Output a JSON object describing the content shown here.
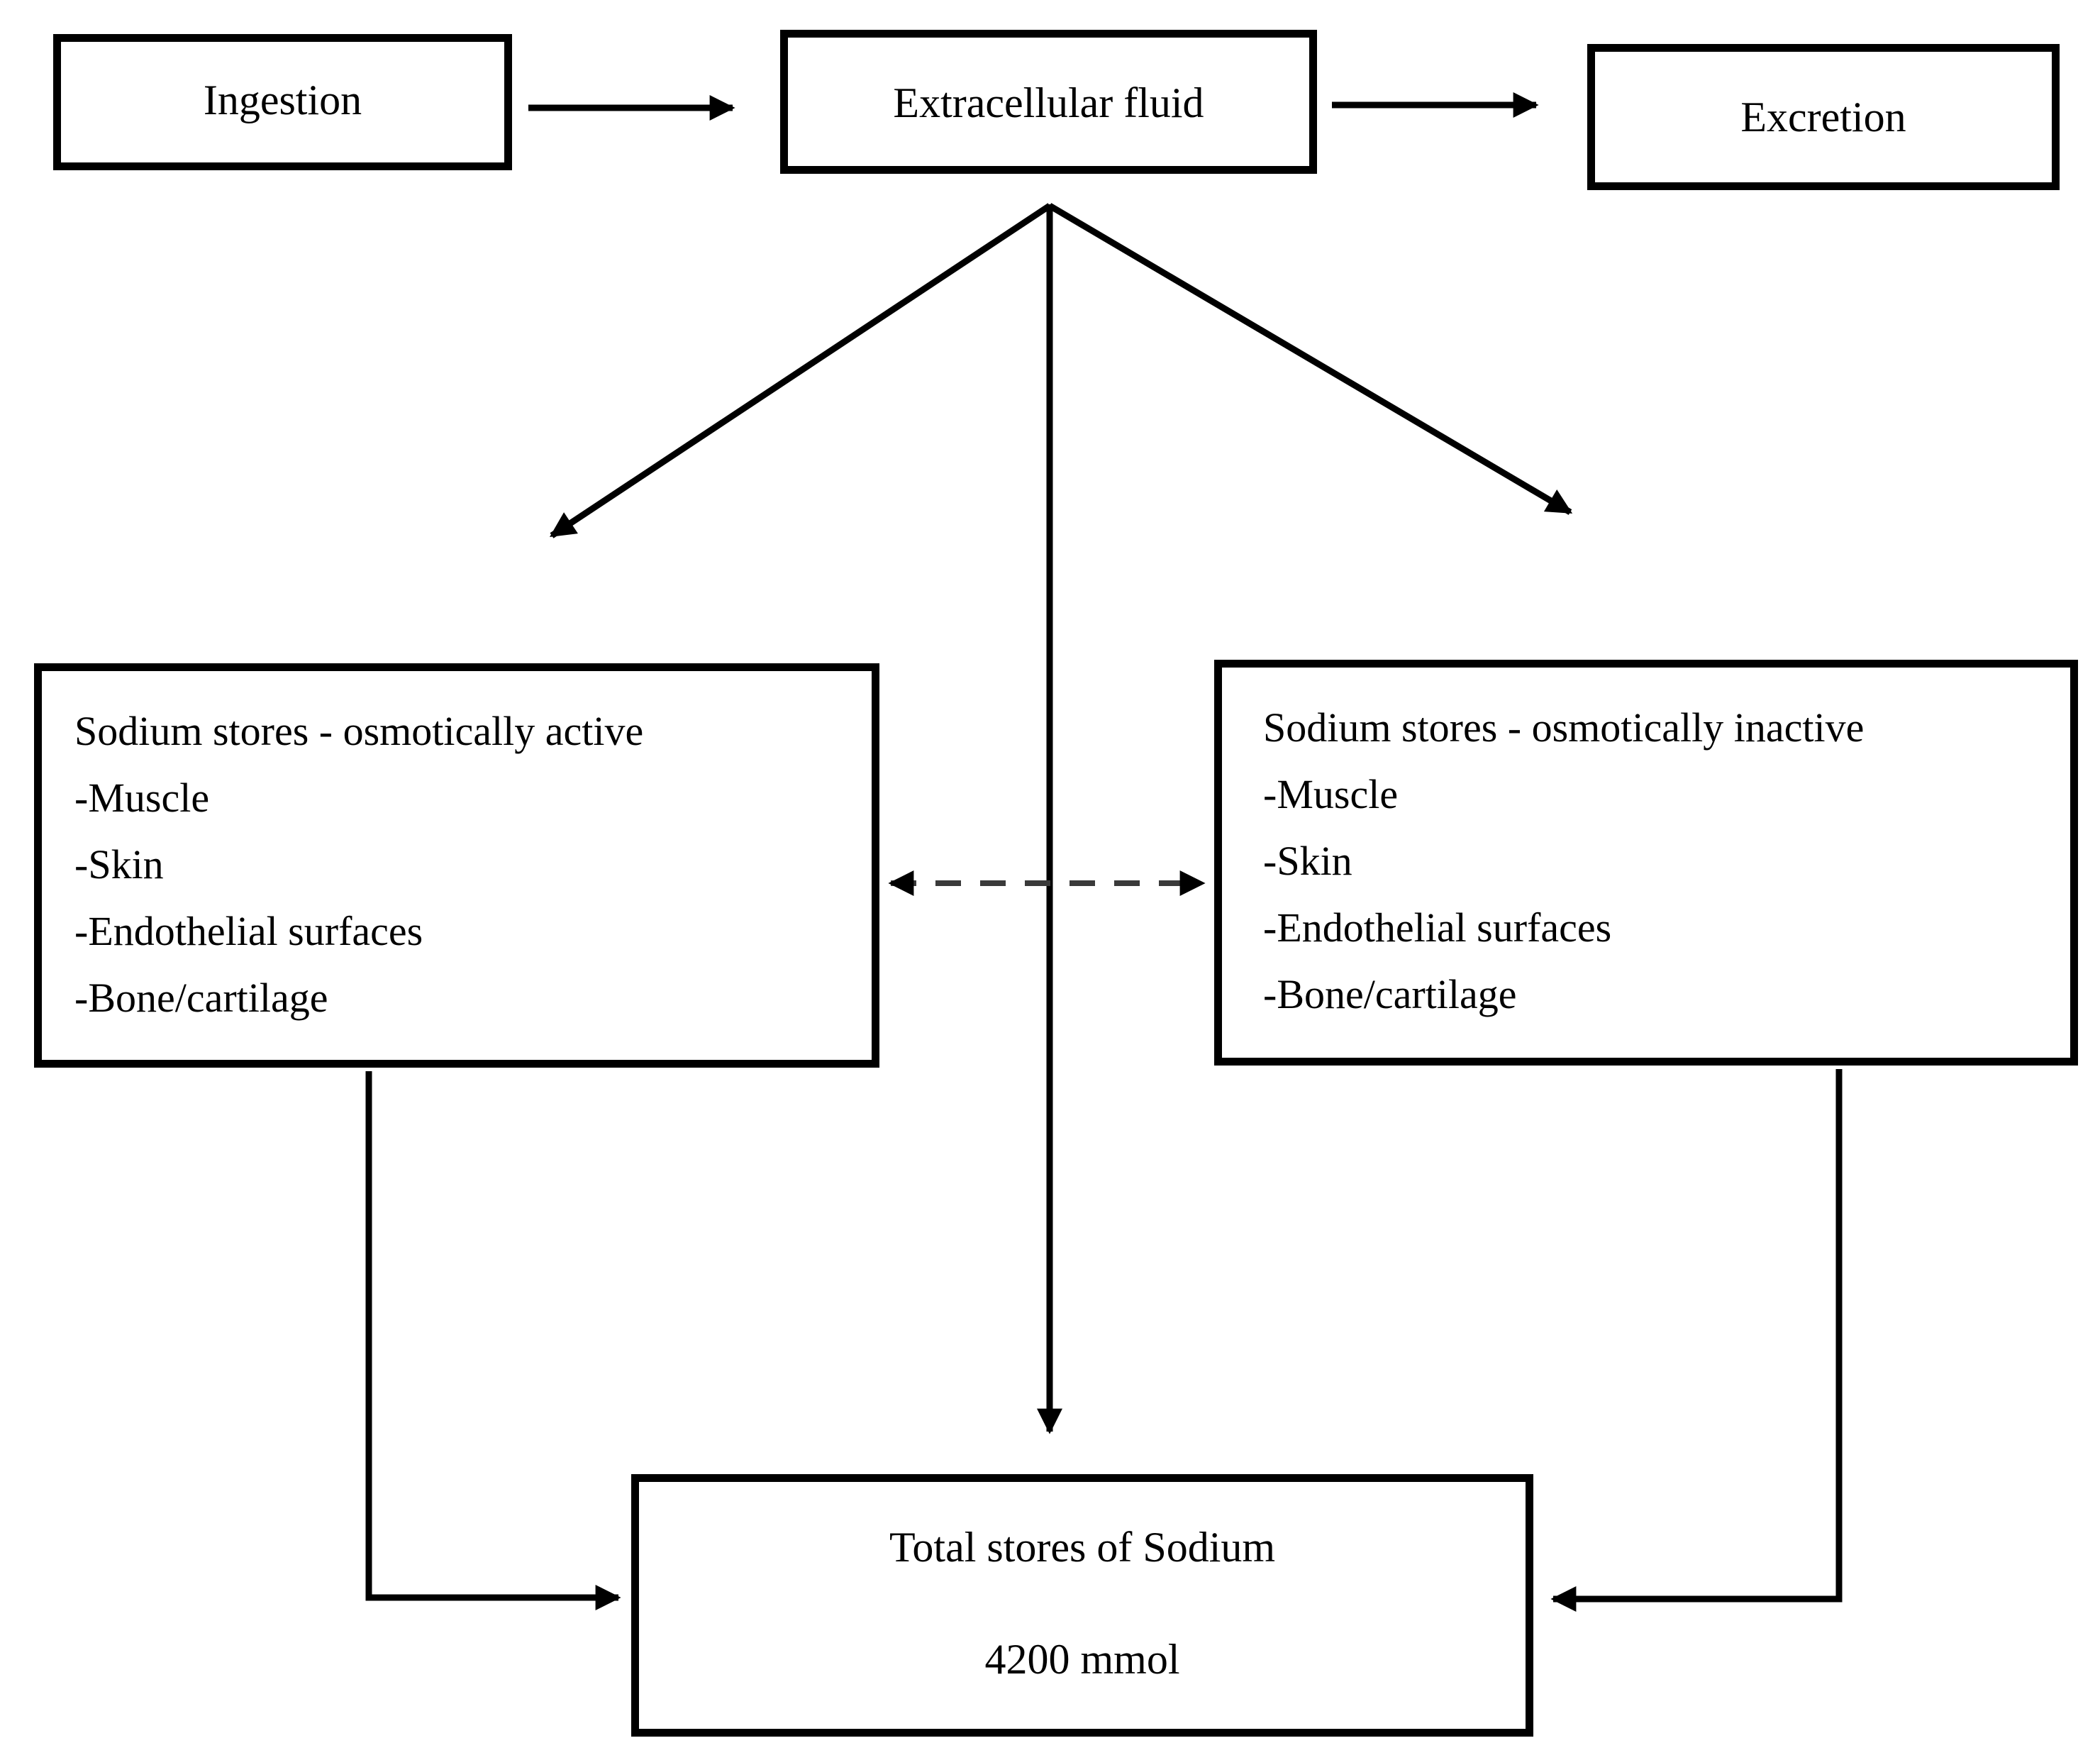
{
  "diagram": {
    "nodes": {
      "ingestion": {
        "label": "Ingestion"
      },
      "extracellular_fluid": {
        "label": "Extracellular fluid"
      },
      "excretion": {
        "label": "Excretion"
      },
      "stores_active": {
        "title": "Sodium stores - osmotically active",
        "items": [
          "-Muscle",
          "-Skin",
          "-Endothelial surfaces",
          "-Bone/cartilage"
        ]
      },
      "stores_inactive": {
        "title": "Sodium stores - osmotically inactive",
        "items": [
          "-Muscle",
          "-Skin",
          "-Endothelial surfaces",
          "-Bone/cartilage"
        ]
      },
      "total_stores": {
        "label": "Total stores of Sodium",
        "value": "4200 mmol"
      }
    },
    "edges": [
      {
        "from": "ingestion",
        "to": "extracellular_fluid",
        "style": "solid-arrow"
      },
      {
        "from": "extracellular_fluid",
        "to": "excretion",
        "style": "solid-arrow"
      },
      {
        "from": "extracellular_fluid",
        "to": "stores_active",
        "style": "solid-arrow"
      },
      {
        "from": "extracellular_fluid",
        "to": "stores_inactive",
        "style": "solid-arrow"
      },
      {
        "from": "extracellular_fluid",
        "to": "total_stores",
        "style": "solid-arrow"
      },
      {
        "from": "stores_active",
        "to": "total_stores",
        "style": "solid-elbow-arrow"
      },
      {
        "from": "stores_inactive",
        "to": "total_stores",
        "style": "solid-elbow-arrow"
      },
      {
        "from": "stores_active",
        "to": "stores_inactive",
        "style": "dashed-double-arrow"
      }
    ],
    "colors": {
      "line": "#000000",
      "dashed_line": "#3a3a3a",
      "text": "#000000",
      "background": "#ffffff"
    }
  }
}
